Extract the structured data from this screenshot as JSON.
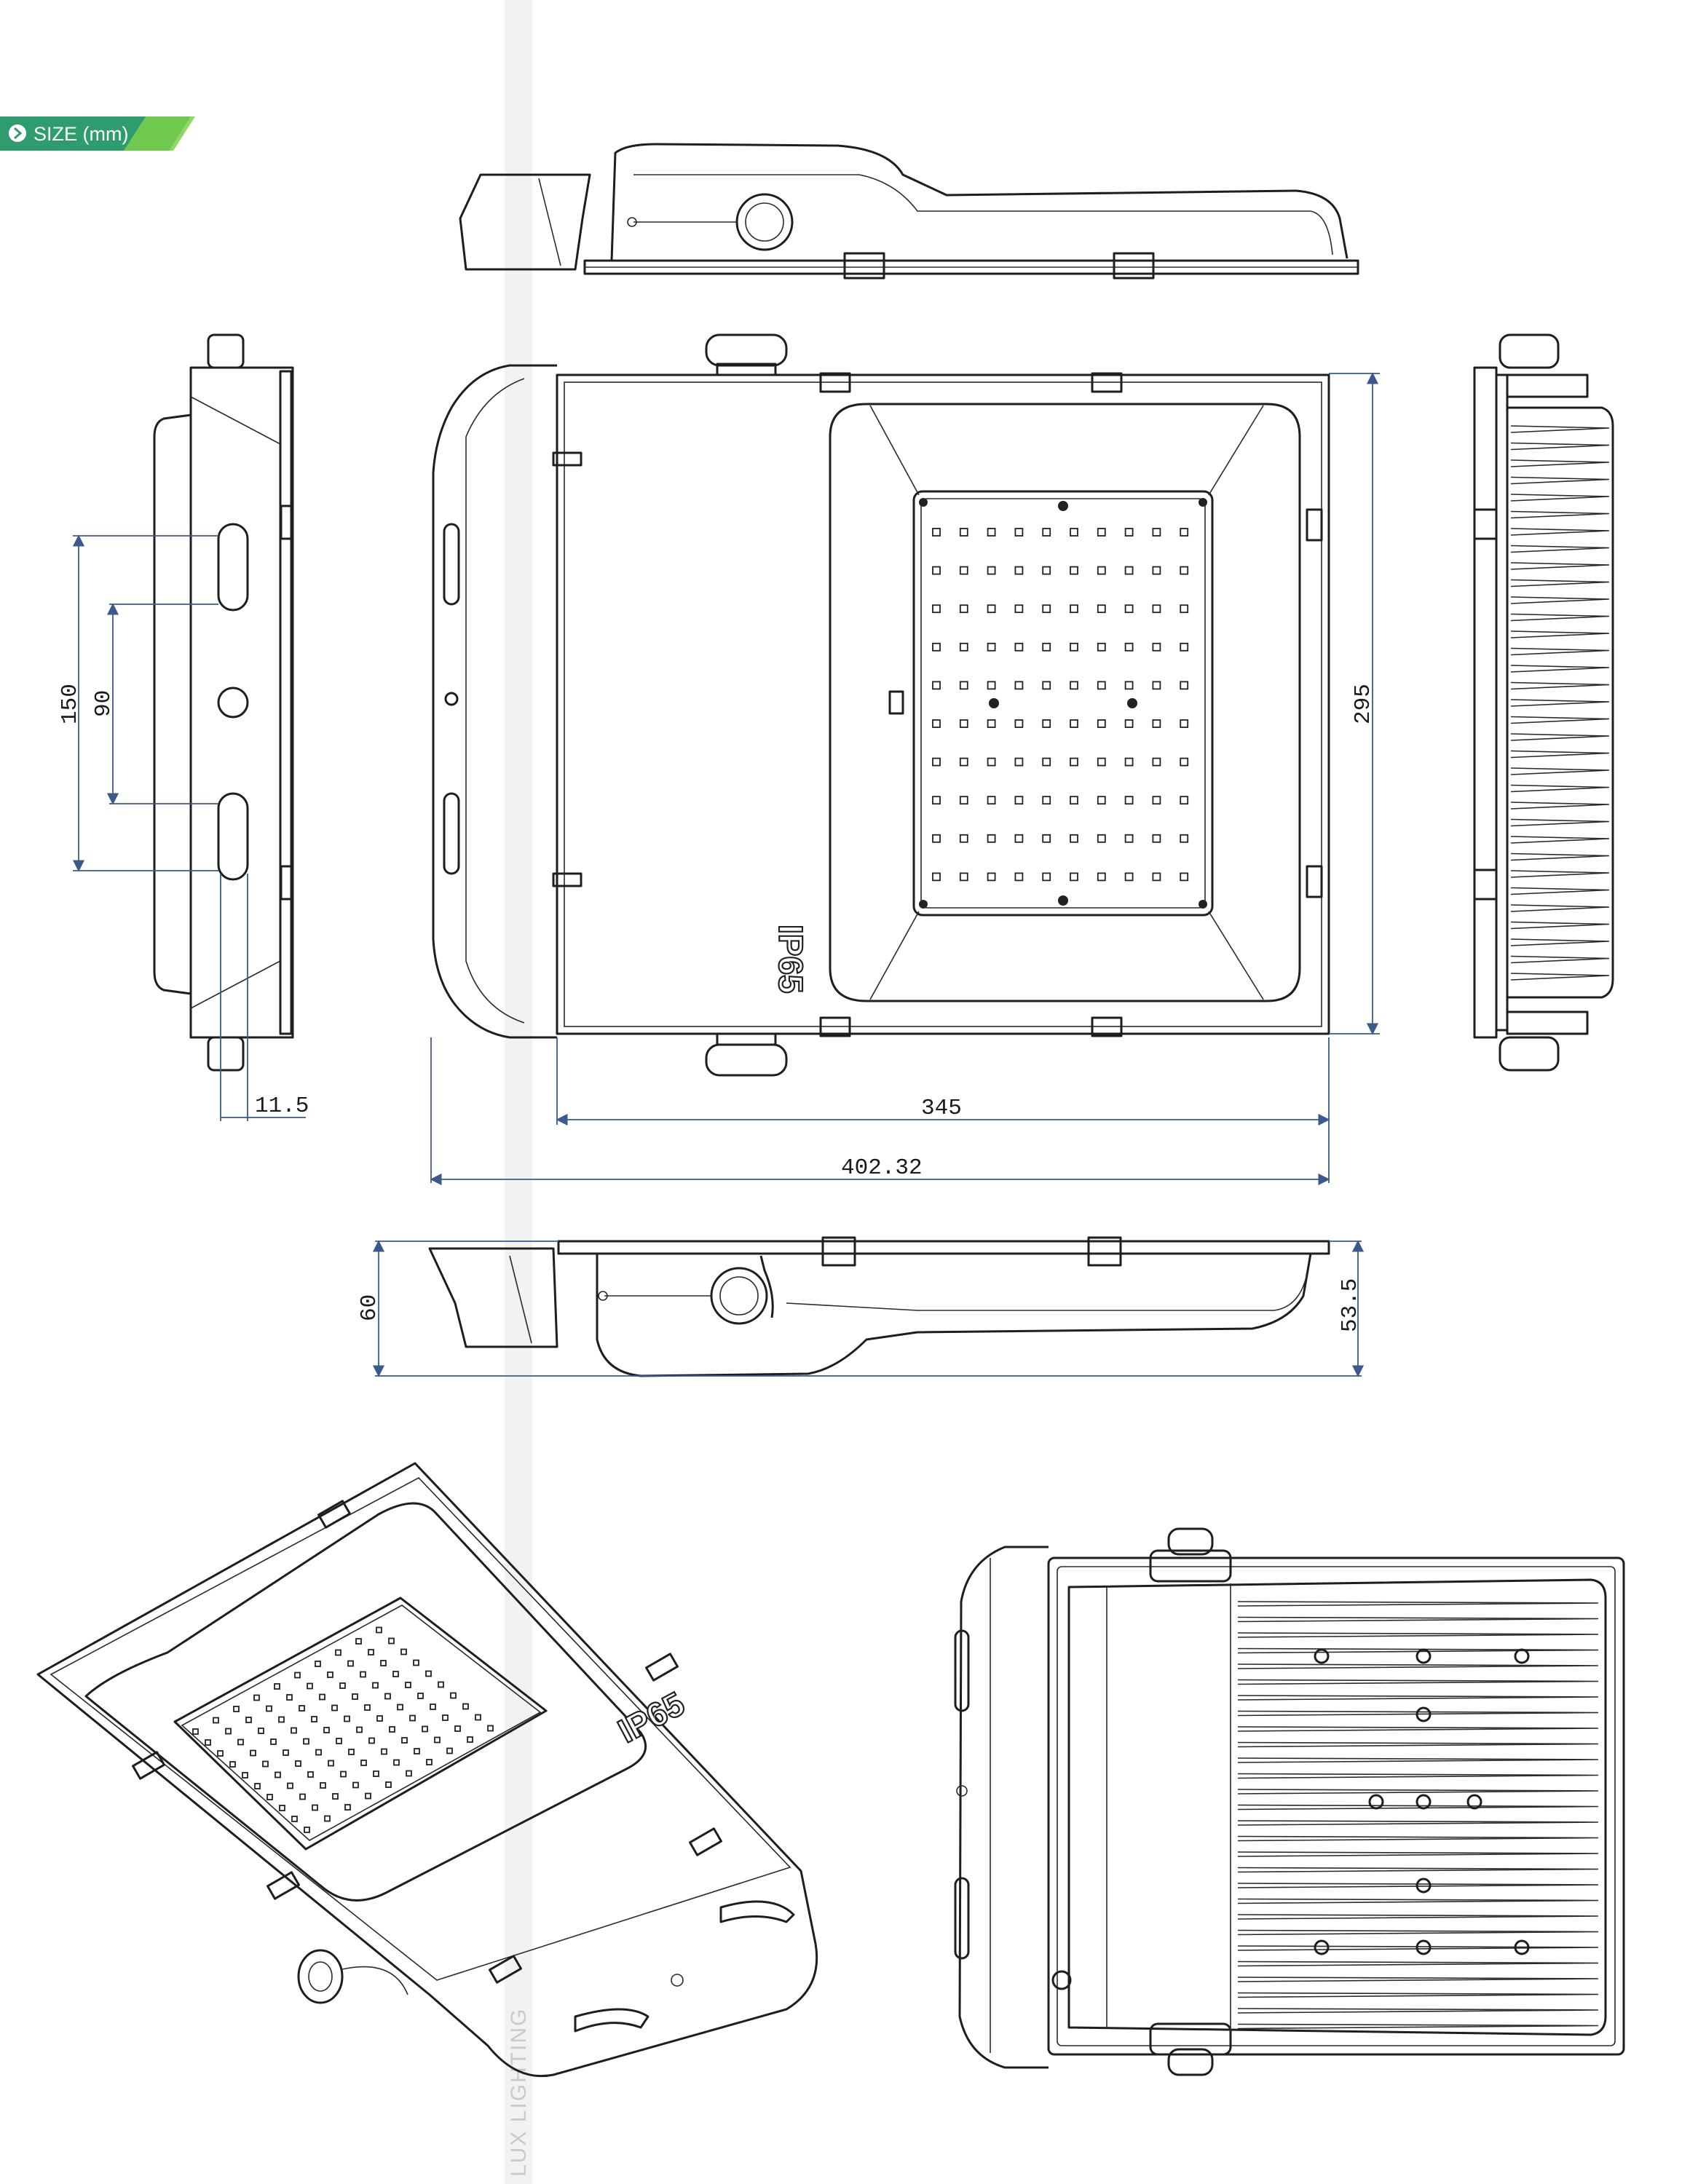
{
  "badge": {
    "label": "SIZE (mm)",
    "bg_color": "#2e9c6e",
    "accent_color": "#7cd04a"
  },
  "watermark": {
    "text": "LUX LIGHTING"
  },
  "label_ip": "IP65",
  "dimensions": {
    "total_width": "402.32",
    "frame_width": "345",
    "height": "295",
    "mount_outer": "150",
    "mount_inner": "90",
    "slot": "11.5",
    "depth_total": "60",
    "depth_body": "53.5"
  },
  "led_grid": {
    "rows": 10,
    "cols": 10
  }
}
